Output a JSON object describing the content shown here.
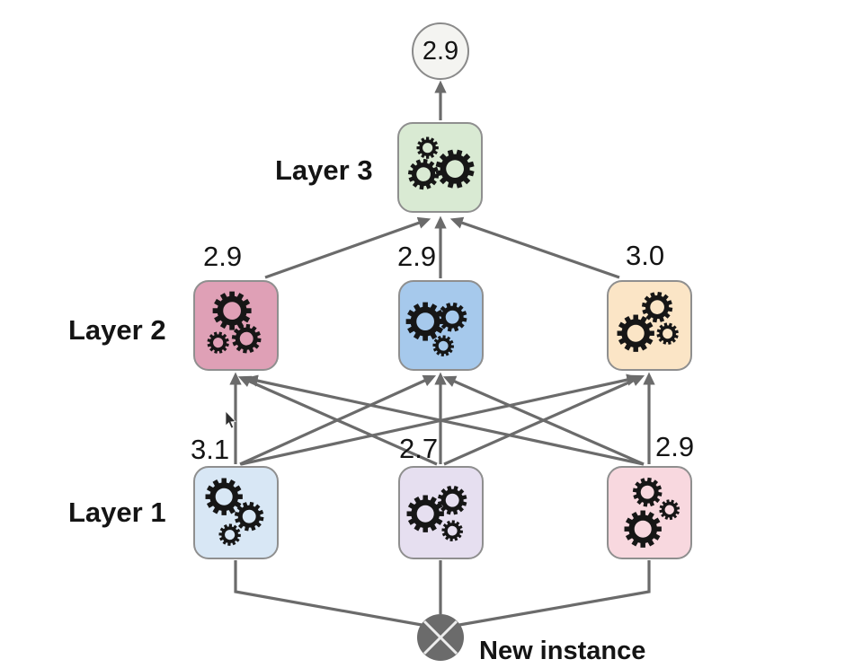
{
  "diagram": {
    "final_prediction": "2.9",
    "layers": {
      "layer3": {
        "label": "Layer 3"
      },
      "layer2": {
        "label": "Layer 2",
        "outputs": [
          "2.9",
          "2.9",
          "3.0"
        ]
      },
      "layer1": {
        "label": "Layer 1",
        "outputs": [
          "3.1",
          "2.7",
          "2.9"
        ]
      }
    },
    "input": {
      "label": "New instance"
    }
  },
  "colors": {
    "arrow": "#6b6b6b",
    "box_border": "#8f8f8f",
    "layer3_box_fill": "#d9ead3",
    "layer2_box_fills": [
      "#dfa0b6",
      "#a6c9ec",
      "#fbe5c6"
    ],
    "layer1_box_fills": [
      "#d8e7f5",
      "#e6dff0",
      "#f8d8df"
    ],
    "output_circle_fill": "#f4f4f1",
    "input_circle_fill": "#6b6b6b",
    "gear": "#161616"
  }
}
